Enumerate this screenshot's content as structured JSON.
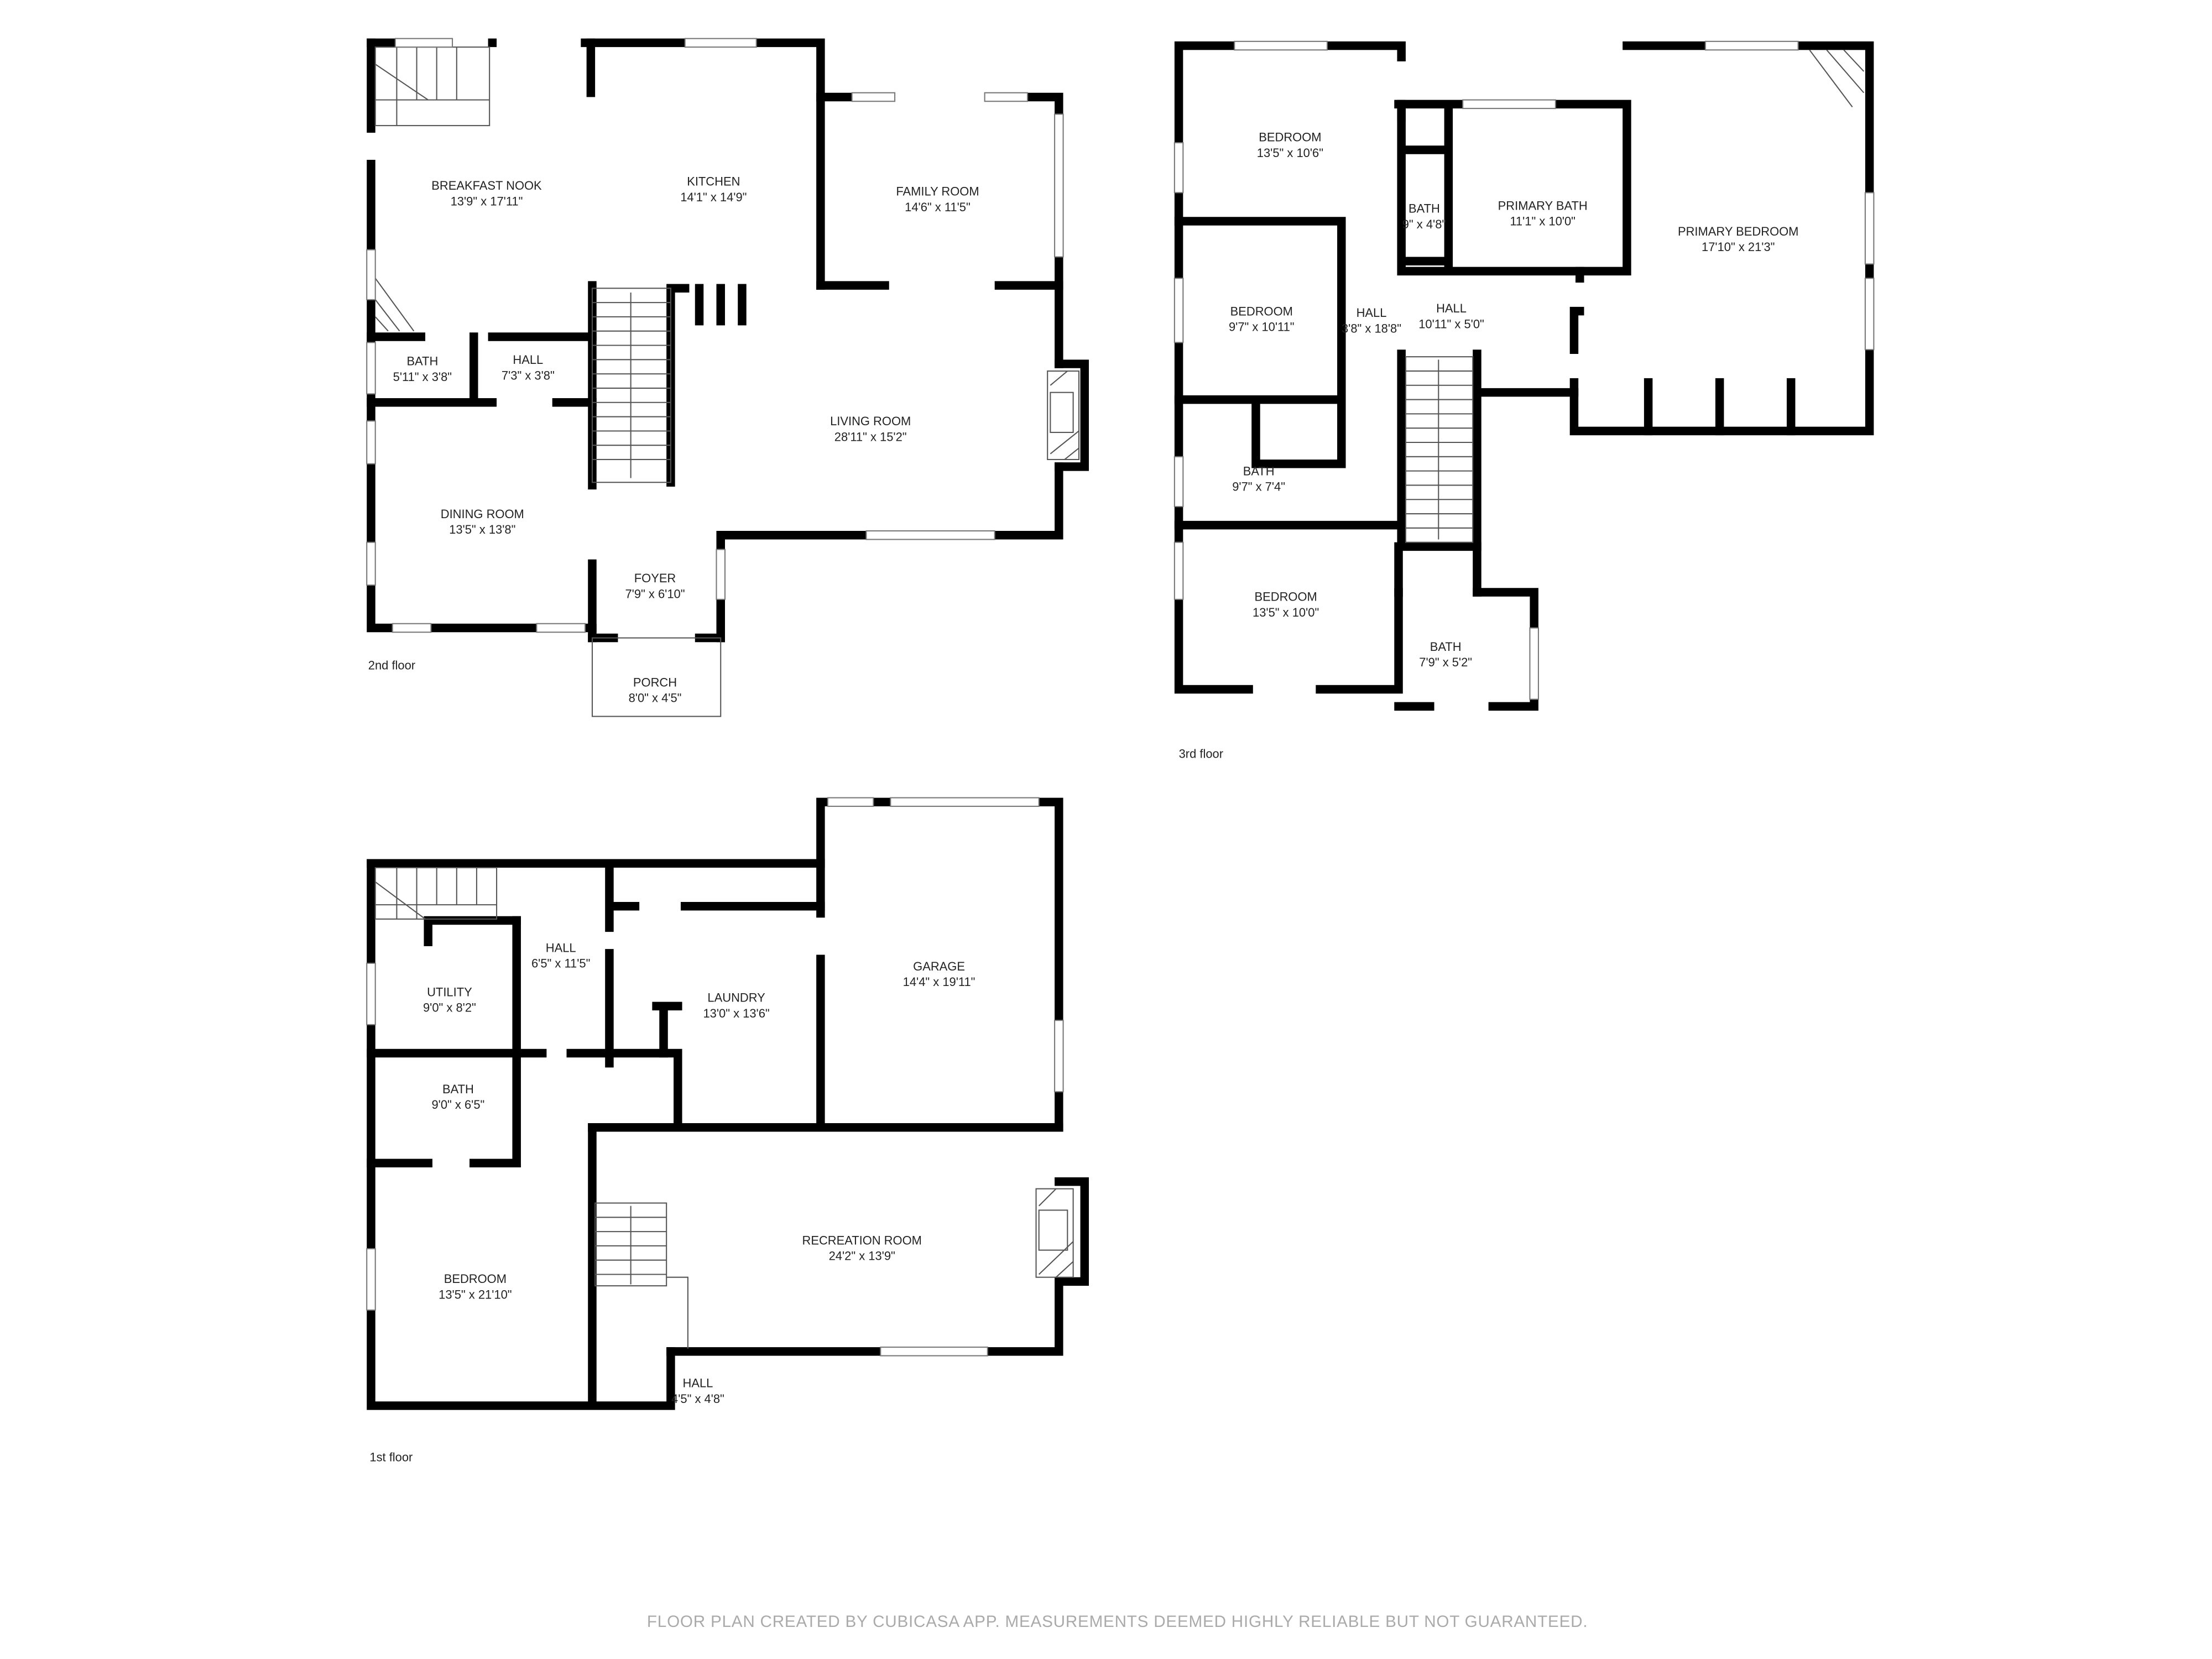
{
  "floors": {
    "second": {
      "label": "2nd floor",
      "rooms": [
        {
          "name": "BREAKFAST NOOK",
          "size": "13'9\" x 17'11\""
        },
        {
          "name": "KITCHEN",
          "size": "14'1\" x 14'9\""
        },
        {
          "name": "FAMILY ROOM",
          "size": "14'6\" x 11'5\""
        },
        {
          "name": "BATH",
          "size": "5'11\" x 3'8\""
        },
        {
          "name": "HALL",
          "size": "7'3\" x 3'8\""
        },
        {
          "name": "LIVING ROOM",
          "size": "28'11\" x 15'2\""
        },
        {
          "name": "DINING ROOM",
          "size": "13'5\" x 13'8\""
        },
        {
          "name": "FOYER",
          "size": "7'9\" x 6'10\""
        },
        {
          "name": "PORCH",
          "size": "8'0\" x 4'5\""
        }
      ]
    },
    "third": {
      "label": "3rd floor",
      "rooms": [
        {
          "name": "BEDROOM",
          "size": "13'5\" x 10'6\""
        },
        {
          "name": "BATH",
          "size": "9\" x 4'8\""
        },
        {
          "name": "PRIMARY BATH",
          "size": "11'1\" x 10'0\""
        },
        {
          "name": "PRIMARY BEDROOM",
          "size": "17'10\" x 21'3\""
        },
        {
          "name": "BEDROOM",
          "size": "9'7\" x 10'11\""
        },
        {
          "name": "HALL",
          "size": "3'8\" x 18'8\""
        },
        {
          "name": "HALL",
          "size": "10'11\" x 5'0\""
        },
        {
          "name": "BATH",
          "size": "9'7\" x 7'4\""
        },
        {
          "name": "BEDROOM",
          "size": "13'5\" x 10'0\""
        },
        {
          "name": "BATH",
          "size": "7'9\" x 5'2\""
        }
      ]
    },
    "first": {
      "label": "1st floor",
      "rooms": [
        {
          "name": "HALL",
          "size": "6'5\" x 11'5\""
        },
        {
          "name": "UTILITY",
          "size": "9'0\" x 8'2\""
        },
        {
          "name": "LAUNDRY",
          "size": "13'0\" x 13'6\""
        },
        {
          "name": "GARAGE",
          "size": "14'4\" x 19'11\""
        },
        {
          "name": "BATH",
          "size": "9'0\" x 6'5\""
        },
        {
          "name": "BEDROOM",
          "size": "13'5\" x 21'10\""
        },
        {
          "name": "RECREATION ROOM",
          "size": "24'2\" x 13'9\""
        },
        {
          "name": "HALL",
          "size": "4'5\" x 4'8\""
        }
      ]
    }
  },
  "footer": "FLOOR PLAN CREATED BY CUBICASA APP. MEASUREMENTS DEEMED HIGHLY RELIABLE BUT NOT GUARANTEED.",
  "colors": {
    "walls": "#000000",
    "footer_text": "#aaaaaa"
  }
}
